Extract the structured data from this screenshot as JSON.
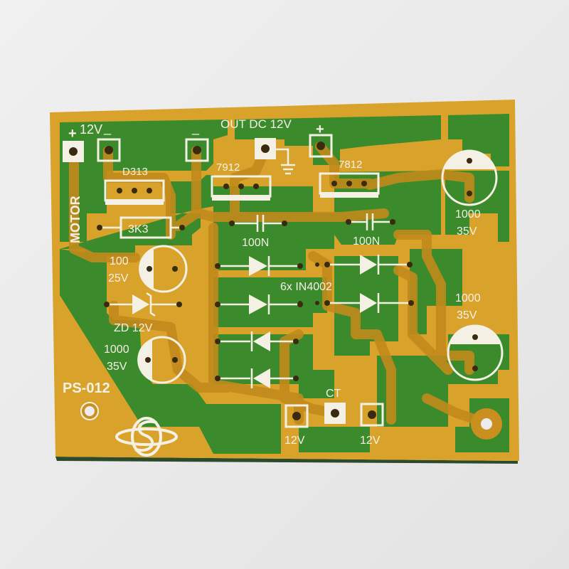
{
  "board": {
    "model": "PS-012",
    "labels": {
      "motor": "MOTOR",
      "motor_plus": "+",
      "motor_voltage": "12V",
      "motor_minus": "_",
      "out_dc": "OUT DC 12V",
      "out_minus": "_",
      "out_plus": "+",
      "d313": "D313",
      "r_3k3": "3K3",
      "reg_7912": "7912",
      "reg_7812": "7812",
      "cap_100n_left": "100N",
      "cap_100n_right": "100N",
      "cap_100_value": "100",
      "cap_100_voltage": "25V",
      "zener": "ZD 12V",
      "cap_1000_left_value": "1000",
      "cap_1000_left_voltage": "35V",
      "cap_1000_top_value": "1000",
      "cap_1000_top_voltage": "35V",
      "cap_1000_right_value": "1000",
      "cap_1000_right_voltage": "35V",
      "diodes": "6x IN4002",
      "ct": "CT",
      "input_left": "12V",
      "input_right": "12V"
    },
    "colors": {
      "background": "#ececec",
      "substrate": "#d9a32b",
      "soldermask": "#3b8a2c",
      "copper_trace": "#c28a1c",
      "silkscreen": "#f4f1e4"
    }
  }
}
